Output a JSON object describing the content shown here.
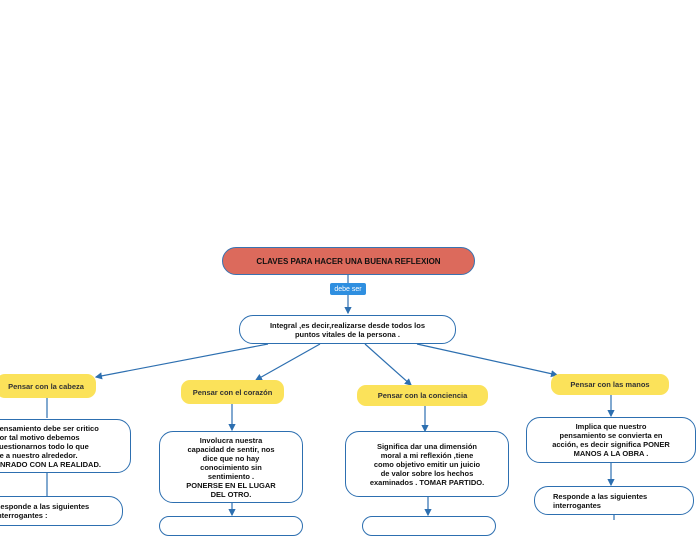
{
  "root": {
    "label": "CLAVES PARA HACER UNA BUENA REFLEXION"
  },
  "relation": {
    "label": "debe ser"
  },
  "integral": {
    "text": "Integral ,es decir,realizarse desde todos los\npuntos vitales de la persona ."
  },
  "branches": [
    {
      "title": "Pensar con la cabeza",
      "detail": "pensamiento debe ser critico\npor tal motivo debemos\ncuestionarnos todo lo que\nde a nuestro alrededor.\nENRADO CON LA REALIDAD.",
      "next": "Responde a las siguientes\ninterrogantes :"
    },
    {
      "title": "Pensar con el corazón",
      "detail": "Involucra nuestra\ncapacidad de sentir, nos\ndice que no hay\nconocimiento sin\nsentimiento .\nPONERSE EN EL LUGAR\nDEL OTRO."
    },
    {
      "title": "Pensar con la conciencia",
      "detail": "Significa dar una dimensión\nmoral a mi reflexión ,tiene\ncomo objetivo emitir un juicio\nde valor sobre los hechos\nexaminados . TOMAR PARTIDO."
    },
    {
      "title": "Pensar con las manos",
      "detail": "Implica que nuestro\npensamiento se convierta en\nacción, es decir significa PONER\nMANOS A LA OBRA .",
      "next": "Responde a las siguientes\ninterrogantes"
    }
  ],
  "colors": {
    "root": "#dc6a5c",
    "yellow": "#fbe25a",
    "line": "#2d6fb0",
    "tag": "#2f8fe0"
  }
}
